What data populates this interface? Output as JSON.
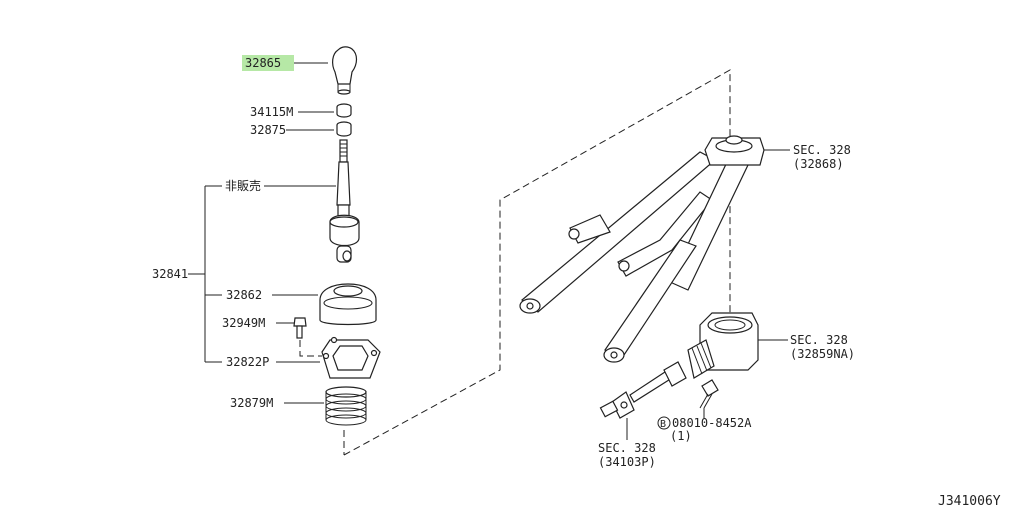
{
  "labels": {
    "p32865": "32865",
    "p34115m": "34115M",
    "p32875": "32875",
    "hihanbai": "非販売",
    "p32841": "32841",
    "p32862": "32862",
    "p32949m": "32949M",
    "p32822p": "32822P",
    "p32879m": "32879M",
    "sec_a": "SEC. 328",
    "sec_a_ref": "(32868)",
    "sec_b": "SEC. 328",
    "sec_b_ref": "(32859NA)",
    "bolt_circle": "B",
    "bolt_part": "08010-8452A",
    "bolt_qty": "(1)",
    "sec_c": "SEC. 328",
    "sec_c_ref": "(34103P)",
    "diagram_code": "J341006Y"
  },
  "colors": {
    "highlight": "#b6e8a6",
    "ink": "#222222"
  }
}
